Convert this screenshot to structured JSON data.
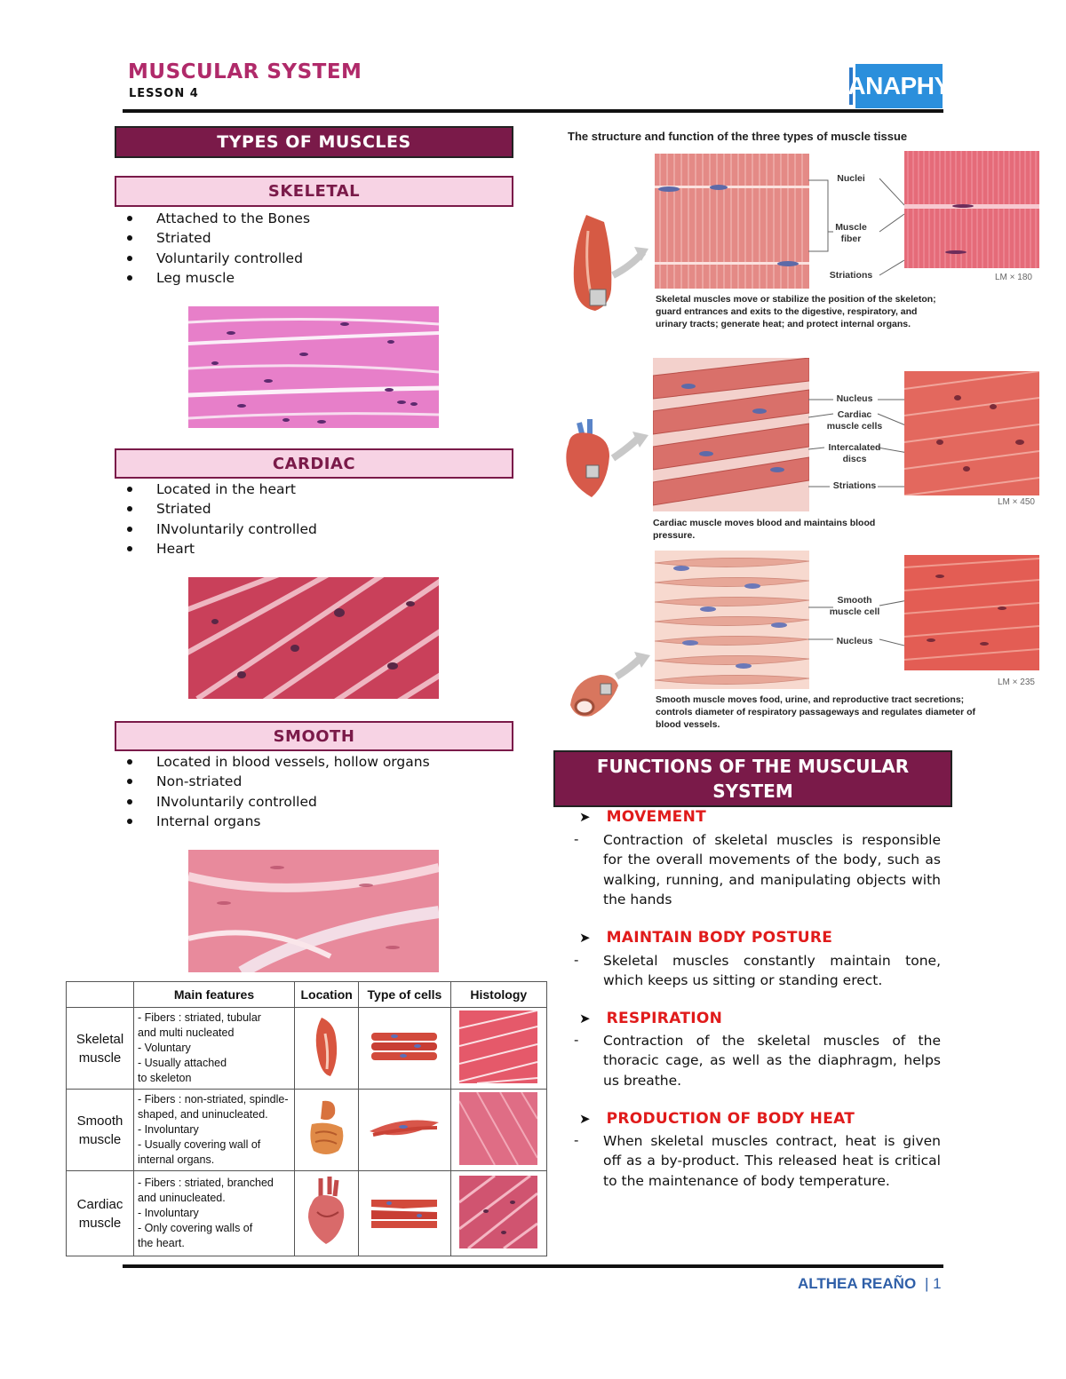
{
  "header": {
    "title": "MUSCULAR SYSTEM",
    "lesson": "LESSON 4",
    "brand": "ANAPHY"
  },
  "types_section": {
    "title": "TYPES OF MUSCLES",
    "skeletal": {
      "heading": "SKELETAL",
      "bullets": [
        "Attached to the Bones",
        "Striated",
        "Voluntarily controlled",
        "Leg muscle"
      ]
    },
    "cardiac": {
      "heading": "CARDIAC",
      "bullets": [
        "Located in the heart",
        "Striated",
        "INvoluntarily controlled",
        "Heart"
      ]
    },
    "smooth": {
      "heading": "SMOOTH",
      "bullets": [
        "Located in blood vessels, hollow organs",
        "Non-striated",
        "INvoluntarily controlled",
        "Internal organs"
      ]
    }
  },
  "table": {
    "headers": [
      "",
      "Main features",
      "Location",
      "Type of cells",
      "Histology"
    ],
    "rows": [
      {
        "name": [
          "Skeletal",
          "muscle"
        ],
        "features": [
          "- Fibers : striated, tubular",
          "and multi nucleated",
          "- Voluntary",
          "- Usually attached",
          "to skeleton"
        ]
      },
      {
        "name": [
          "Smooth",
          "muscle"
        ],
        "features": [
          "- Fibers : non-striated, spindle-",
          "shaped, and uninucleated.",
          "- Involuntary",
          "- Usually covering wall of",
          "internal organs."
        ]
      },
      {
        "name": [
          "Cardiac",
          "muscle"
        ],
        "features": [
          "- Fibers : striated, branched",
          " and uninucleated.",
          "- Involuntary",
          "- Only covering walls of",
          "the heart."
        ]
      }
    ]
  },
  "figure": {
    "title": "The structure and function of the three types of muscle tissue",
    "skeletal": {
      "labels": [
        "Nuclei",
        "Muscle fiber",
        "Striations"
      ],
      "caption": [
        "Skeletal muscles move or stabilize the position of the skeleton;",
        "guard entrances and exits to the digestive, respiratory, and",
        "urinary tracts; generate heat; and protect internal organs."
      ],
      "magnification": "LM × 180"
    },
    "cardiac": {
      "labels": [
        "Nucleus",
        "Cardiac muscle cells",
        "Intercalated discs",
        "Striations"
      ],
      "caption": [
        "Cardiac muscle moves blood and maintains blood",
        "pressure."
      ],
      "magnification": "LM × 450"
    },
    "smooth": {
      "labels": [
        "Smooth muscle cell",
        "Nucleus"
      ],
      "caption": [
        "Smooth muscle moves food, urine, and reproductive tract secretions;",
        "controls diameter of respiratory passageways and regulates diameter of",
        "blood vessels."
      ],
      "magnification": "LM × 235"
    }
  },
  "functions": {
    "title": "FUNCTIONS OF THE MUSCULAR SYSTEM",
    "items": [
      {
        "heading": "MOVEMENT",
        "body": "Contraction of skeletal muscles is responsible for the overall movements of the body, such as walking, running, and manipulating objects with the hands"
      },
      {
        "heading": "MAINTAIN BODY POSTURE",
        "body": "Skeletal muscles constantly maintain tone, which keeps us sitting or standing erect."
      },
      {
        "heading": "RESPIRATION",
        "body": "Contraction of the skeletal muscles of the thoracic cage, as well as the diaphragm, helps us breathe."
      },
      {
        "heading": "PRODUCTION OF BODY HEAT",
        "body": "When skeletal muscles contract, heat is given off as a by-product. This released heat is critical to the maintenance of body temperature."
      }
    ]
  },
  "footer": {
    "author": "ALTHEA REAÑO",
    "page": "| 1"
  }
}
